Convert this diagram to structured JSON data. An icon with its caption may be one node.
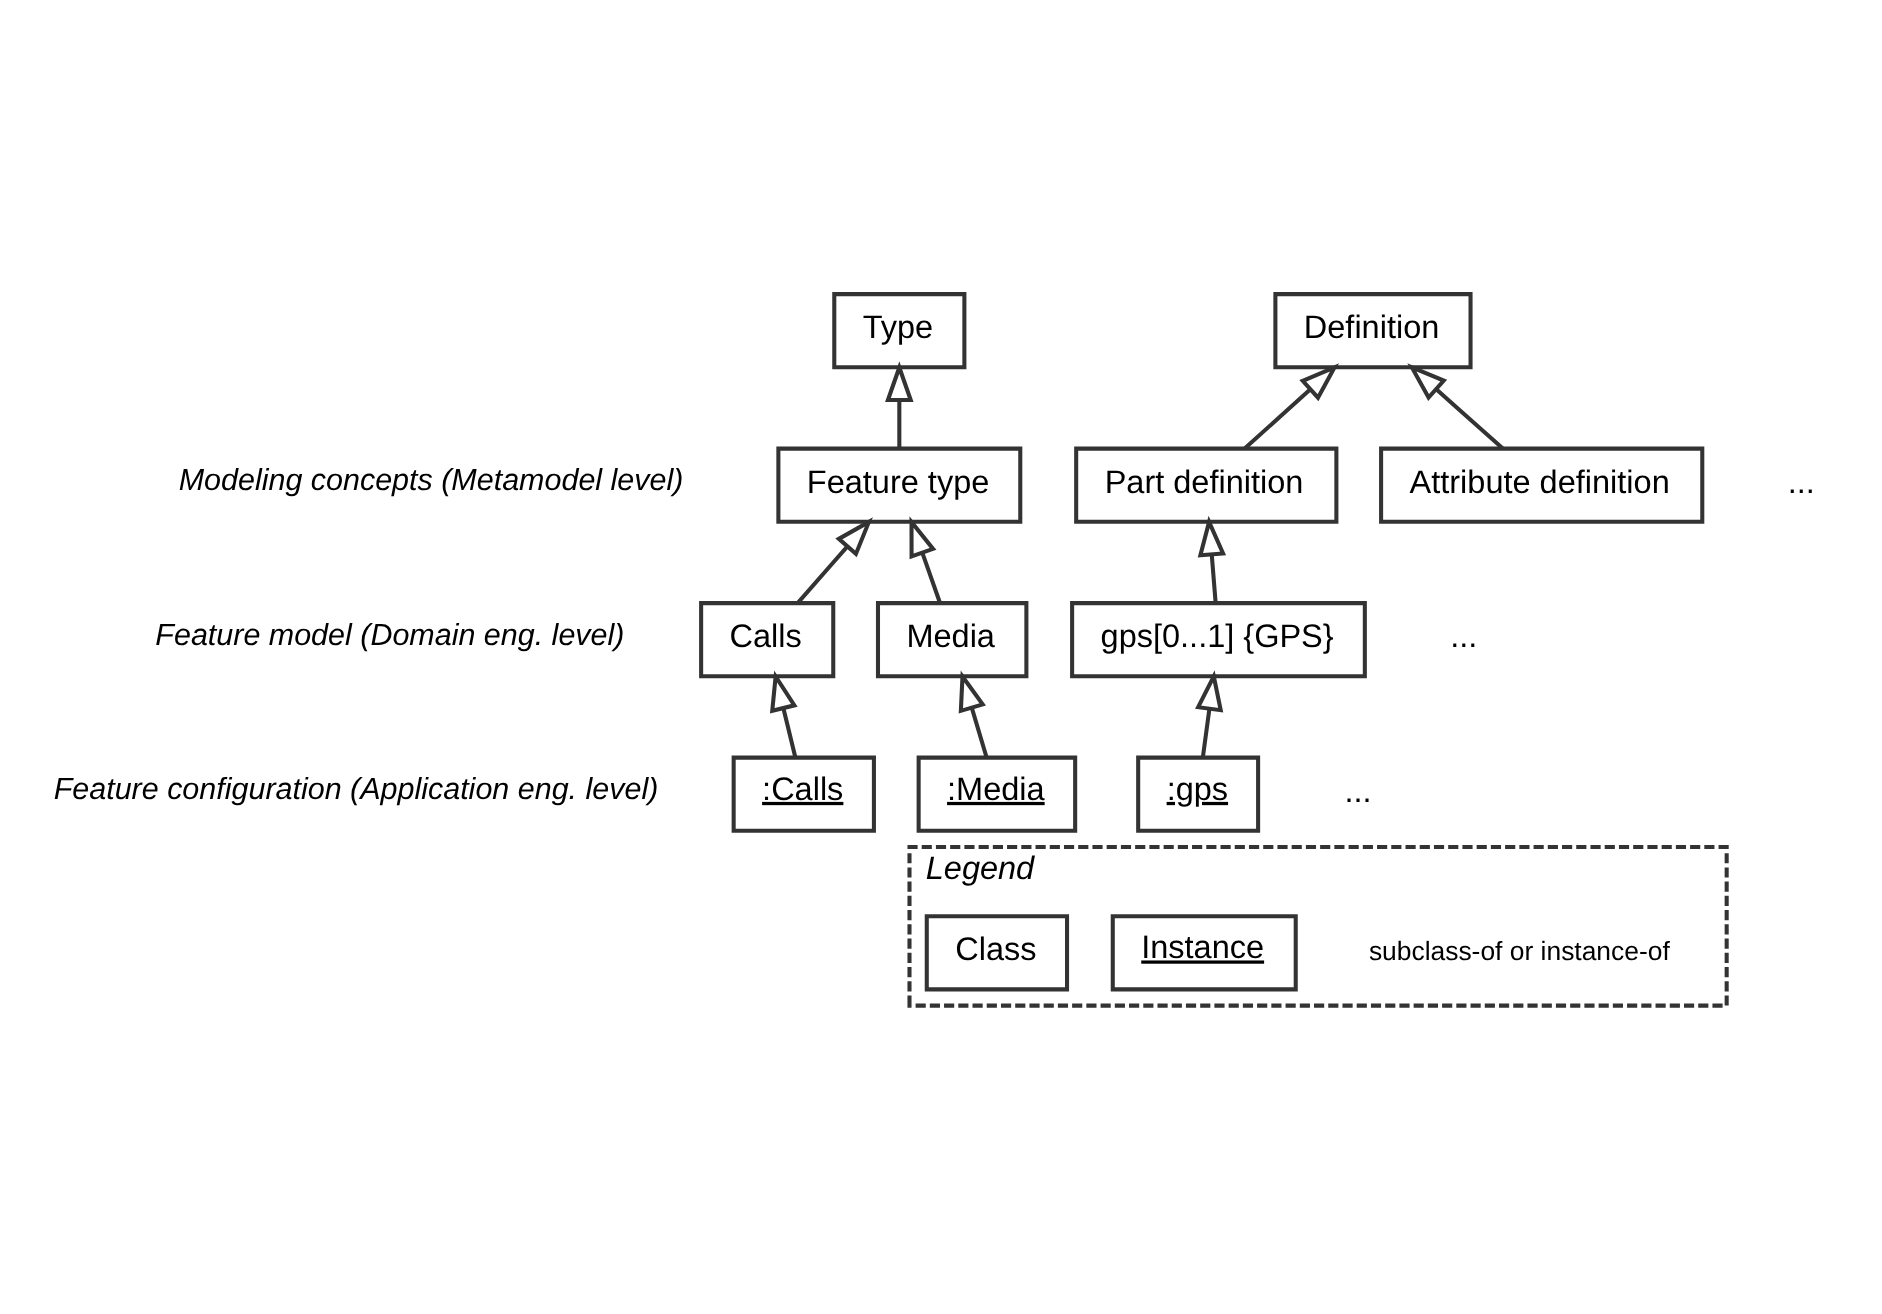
{
  "diagram": {
    "nodes": [
      {
        "text": [
          "Type"
        ]
      },
      {
        "text": [
          "Definition"
        ]
      },
      {
        "text": [
          "Feature type"
        ]
      },
      {
        "text": [
          "Part definition"
        ]
      },
      {
        "text": [
          "Attribute definition"
        ]
      },
      {
        "text": [
          "Calls"
        ]
      },
      {
        "text": [
          "Media"
        ]
      },
      {
        "text": [
          "gps[0...1] {GPS}"
        ]
      },
      {
        "text": [
          ":Calls"
        ]
      },
      {
        "text": [
          ":Media"
        ]
      },
      {
        "text": [
          ":gps"
        ]
      },
      {
        "text": [
          "Legend"
        ]
      },
      {
        "text": [
          "Class"
        ],
        "in": 11
      },
      {
        "text": [
          "Instance"
        ],
        "in": 11
      }
    ],
    "edges": [
      {
        "from": 2,
        "to": 0,
        "arrow": "to"
      },
      {
        "from": 3,
        "to": 1,
        "arrow": "to"
      },
      {
        "from": 4,
        "to": 1,
        "arrow": "to"
      },
      {
        "from": 5,
        "to": 2,
        "arrow": "to"
      },
      {
        "from": 6,
        "to": 2,
        "arrow": "to"
      },
      {
        "from": 7,
        "to": 3,
        "arrow": "to"
      },
      {
        "from": 8,
        "to": 5,
        "arrow": "to"
      },
      {
        "from": 9,
        "to": 6,
        "arrow": "to"
      },
      {
        "from": 10,
        "to": 7,
        "arrow": "to"
      }
    ],
    "labels": [
      "Modeling concepts (Metamodel level)",
      "...",
      "Feature model (Domain eng. level)",
      "...",
      "Feature configuration (Application eng. level)",
      "..."
    ],
    "legend": [
      {
        "text": "subclass-of or instance-of"
      }
    ]
  }
}
